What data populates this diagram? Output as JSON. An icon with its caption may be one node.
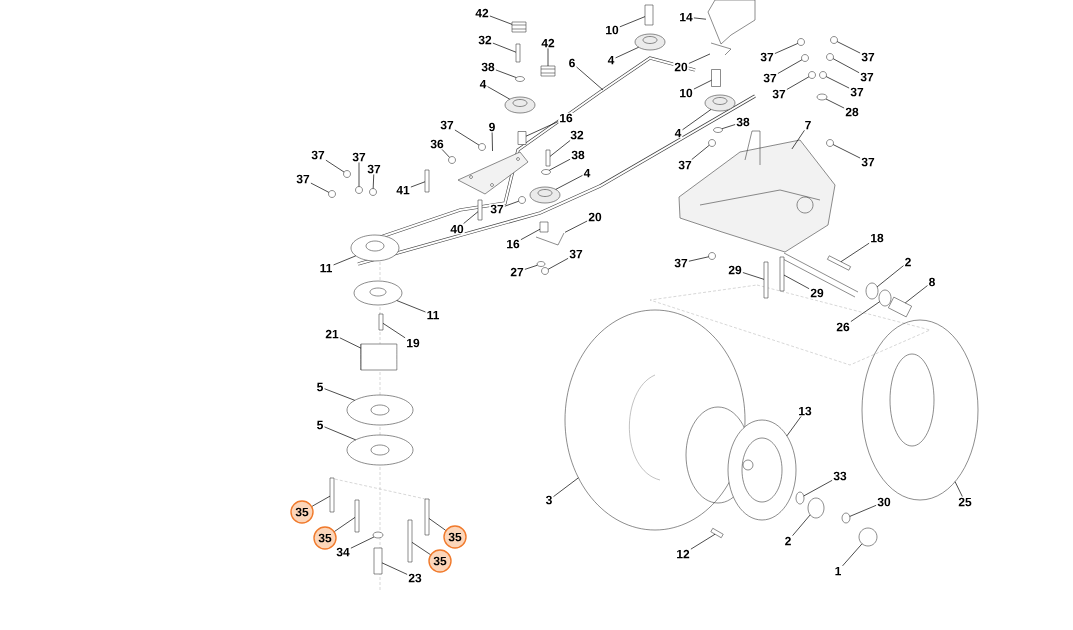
{
  "diagram": {
    "nodes": [
      {
        "text": [
          "42"
        ]
      },
      {
        "text": [
          "32"
        ]
      },
      {
        "text": [
          "42"
        ]
      },
      {
        "text": [
          "38"
        ]
      },
      {
        "text": [
          "4"
        ]
      },
      {
        "text": [
          "6"
        ]
      },
      {
        "text": [
          "10"
        ]
      },
      {
        "text": [
          "4"
        ]
      },
      {
        "text": [
          "37"
        ]
      },
      {
        "text": [
          "9"
        ]
      },
      {
        "text": [
          "36"
        ]
      },
      {
        "text": [
          "16"
        ]
      },
      {
        "text": [
          "32"
        ]
      },
      {
        "text": [
          "38"
        ]
      },
      {
        "text": [
          "4"
        ]
      },
      {
        "text": [
          "37"
        ]
      },
      {
        "text": [
          "37"
        ]
      },
      {
        "text": [
          "37"
        ]
      },
      {
        "text": [
          "37"
        ]
      },
      {
        "text": [
          "41"
        ]
      },
      {
        "text": [
          "37"
        ]
      },
      {
        "text": [
          "40"
        ]
      },
      {
        "text": [
          "11"
        ]
      },
      {
        "text": [
          "16"
        ]
      },
      {
        "text": [
          "20"
        ]
      },
      {
        "text": [
          "27"
        ]
      },
      {
        "text": [
          "37"
        ]
      },
      {
        "text": [
          "11"
        ]
      },
      {
        "text": [
          "14"
        ]
      },
      {
        "text": [
          "20"
        ]
      },
      {
        "text": [
          "10"
        ]
      },
      {
        "text": [
          "4"
        ]
      },
      {
        "text": [
          "38"
        ]
      },
      {
        "text": [
          "37"
        ]
      },
      {
        "text": [
          "37"
        ]
      },
      {
        "text": [
          "37"
        ]
      },
      {
        "text": [
          "37"
        ]
      },
      {
        "text": [
          "37"
        ]
      },
      {
        "text": [
          "37"
        ]
      },
      {
        "text": [
          "37"
        ]
      },
      {
        "text": [
          "28"
        ]
      },
      {
        "text": [
          "7"
        ]
      },
      {
        "text": [
          "37"
        ]
      },
      {
        "text": [
          "37"
        ]
      },
      {
        "text": [
          "29"
        ]
      },
      {
        "text": [
          "29"
        ]
      },
      {
        "text": [
          "18"
        ]
      },
      {
        "text": [
          "2"
        ]
      },
      {
        "text": [
          "8"
        ]
      },
      {
        "text": [
          "26"
        ]
      },
      {
        "text": [
          "21"
        ]
      },
      {
        "text": [
          "19"
        ]
      },
      {
        "text": [
          "5"
        ]
      },
      {
        "text": [
          "5"
        ]
      },
      {
        "text": [
          "35"
        ]
      },
      {
        "text": [
          "35"
        ]
      },
      {
        "text": [
          "35"
        ]
      },
      {
        "text": [
          "35"
        ]
      },
      {
        "text": [
          "34"
        ]
      },
      {
        "text": [
          "23"
        ]
      },
      {
        "text": [
          "13"
        ]
      },
      {
        "text": [
          "3"
        ]
      },
      {
        "text": [
          "33"
        ]
      },
      {
        "text": [
          "30"
        ]
      },
      {
        "text": [
          "2"
        ]
      },
      {
        "text": [
          "12"
        ]
      },
      {
        "text": [
          "1"
        ]
      },
      {
        "text": [
          "25"
        ]
      },
      {
        "text": [],
        "shape": "box"
      },
      {
        "text": [],
        "shape": "bar"
      },
      {
        "text": [],
        "shape": "box"
      },
      {
        "text": [],
        "shape": "circle"
      },
      {
        "text": [],
        "shape": "circle"
      },
      {
        "text": [],
        "shape": "box"
      },
      {
        "text": [],
        "shape": "circle"
      },
      {
        "text": [],
        "shape": "circle"
      },
      {
        "text": [],
        "shape": "picture"
      },
      {
        "text": [],
        "shape": "circle"
      },
      {
        "text": [],
        "shape": "box"
      },
      {
        "text": [],
        "shape": "bar"
      },
      {
        "text": [],
        "shape": "circle"
      },
      {
        "text": [],
        "shape": "circle"
      },
      {
        "text": [],
        "shape": "circle"
      },
      {
        "text": [],
        "shape": "circle"
      },
      {
        "text": [],
        "shape": "circle"
      },
      {
        "text": [],
        "shape": "circle"
      },
      {
        "text": [],
        "shape": "bar"
      },
      {
        "text": [],
        "shape": "circle"
      },
      {
        "text": [],
        "shape": "bar"
      },
      {
        "text": [],
        "shape": "circle"
      },
      {
        "text": [],
        "shape": "box"
      },
      {
        "text": [],
        "shape": "picture"
      },
      {
        "text": [],
        "shape": "circle"
      },
      {
        "text": [],
        "shape": "circle"
      },
      {
        "text": [],
        "shape": "circle"
      },
      {
        "text": [],
        "shape": "picture"
      },
      {
        "text": [],
        "shape": "picture"
      },
      {
        "text": [],
        "shape": "box"
      },
      {
        "text": [],
        "shape": "circle"
      },
      {
        "text": [],
        "shape": "circle"
      },
      {
        "text": [],
        "shape": "circle"
      },
      {
        "text": [],
        "shape": "circle"
      },
      {
        "text": [],
        "shape": "circle"
      },
      {
        "text": [],
        "shape": "circle"
      },
      {
        "text": [],
        "shape": "circle"
      },
      {
        "text": [],
        "shape": "circle"
      },
      {
        "text": [],
        "shape": "circle"
      },
      {
        "text": [],
        "shape": "circle"
      },
      {
        "text": [],
        "shape": "picture"
      },
      {
        "text": [],
        "shape": "circle"
      },
      {
        "text": [],
        "shape": "circle"
      },
      {
        "text": [],
        "shape": "bar"
      },
      {
        "text": [],
        "shape": "bar"
      },
      {
        "text": [],
        "shape": "bar"
      },
      {
        "text": [],
        "shape": "circle"
      },
      {
        "text": [],
        "shape": "box"
      },
      {
        "text": [],
        "shape": "circle"
      },
      {
        "text": [],
        "shape": "cylinder"
      },
      {
        "text": [],
        "shape": "bar"
      },
      {
        "text": [],
        "shape": "circle"
      },
      {
        "text": [],
        "shape": "circle"
      },
      {
        "text": [],
        "shape": "bar"
      },
      {
        "text": [],
        "shape": "bar"
      },
      {
        "text": [],
        "shape": "bar"
      },
      {
        "text": [],
        "shape": "bar"
      },
      {
        "text": [],
        "shape": "circle"
      },
      {
        "text": [],
        "shape": "box"
      },
      {
        "text": [],
        "shape": "circle"
      },
      {
        "text": [],
        "shape": "circle"
      },
      {
        "text": [],
        "shape": "circle"
      },
      {
        "text": [],
        "shape": "circle"
      },
      {
        "text": [],
        "shape": "circle"
      },
      {
        "text": [],
        "shape": "bar"
      },
      {
        "text": [],
        "shape": "circle"
      },
      {
        "text": [],
        "shape": "circle"
      }
    ],
    "edges": [
      {
        "from": 0,
        "to": 68,
        "arrow": "none"
      },
      {
        "from": 1,
        "to": 69,
        "arrow": "none"
      },
      {
        "from": 2,
        "to": 70,
        "arrow": "none"
      },
      {
        "from": 3,
        "to": 71,
        "arrow": "none"
      },
      {
        "from": 4,
        "to": 72,
        "arrow": "none"
      },
      {
        "from": 5,
        "to": null,
        "arrow": "none"
      },
      {
        "from": 6,
        "to": 73,
        "arrow": "none"
      },
      {
        "from": 7,
        "to": 74,
        "arrow": "none"
      },
      {
        "from": 8,
        "to": 75,
        "arrow": "none"
      },
      {
        "from": 9,
        "to": 76,
        "arrow": "none"
      },
      {
        "from": 10,
        "to": 77,
        "arrow": "none"
      },
      {
        "from": 11,
        "to": 78,
        "arrow": "none"
      },
      {
        "from": 12,
        "to": 79,
        "arrow": "none"
      },
      {
        "from": 13,
        "to": 80,
        "arrow": "none"
      },
      {
        "from": 14,
        "to": 81,
        "arrow": "none"
      },
      {
        "from": 15,
        "to": 82,
        "arrow": "none"
      },
      {
        "from": 16,
        "to": 83,
        "arrow": "none"
      },
      {
        "from": 17,
        "to": 84,
        "arrow": "none"
      },
      {
        "from": 18,
        "to": 85,
        "arrow": "none"
      },
      {
        "from": 19,
        "to": 86,
        "arrow": "none"
      },
      {
        "from": 20,
        "to": 87,
        "arrow": "none"
      },
      {
        "from": 21,
        "to": 88,
        "arrow": "none"
      },
      {
        "from": 22,
        "to": 89,
        "arrow": "none"
      },
      {
        "from": 23,
        "to": 90,
        "arrow": "none"
      },
      {
        "from": 24,
        "to": 91,
        "arrow": "none"
      },
      {
        "from": 25,
        "to": 92,
        "arrow": "none"
      },
      {
        "from": 26,
        "to": 93,
        "arrow": "none"
      },
      {
        "from": 27,
        "to": 94,
        "arrow": "none"
      },
      {
        "from": 28,
        "to": 95,
        "arrow": "none"
      },
      {
        "from": 29,
        "to": 96,
        "arrow": "none"
      },
      {
        "from": 30,
        "to": 97,
        "arrow": "none"
      },
      {
        "from": 31,
        "to": 98,
        "arrow": "none"
      },
      {
        "from": 32,
        "to": 99,
        "arrow": "none"
      },
      {
        "from": 33,
        "to": 100,
        "arrow": "none"
      },
      {
        "from": 34,
        "to": 101,
        "arrow": "none"
      },
      {
        "from": 35,
        "to": 102,
        "arrow": "none"
      },
      {
        "from": 36,
        "to": 103,
        "arrow": "none"
      },
      {
        "from": 37,
        "to": 104,
        "arrow": "none"
      },
      {
        "from": 38,
        "to": 105,
        "arrow": "none"
      },
      {
        "from": 39,
        "to": 106,
        "arrow": "none"
      },
      {
        "from": 40,
        "to": 107,
        "arrow": "none"
      },
      {
        "from": 41,
        "to": 108,
        "arrow": "none"
      },
      {
        "from": 42,
        "to": 109,
        "arrow": "none"
      },
      {
        "from": 43,
        "to": 110,
        "arrow": "none"
      },
      {
        "from": 44,
        "to": 111,
        "arrow": "none"
      },
      {
        "from": 45,
        "to": 112,
        "arrow": "none"
      },
      {
        "from": 46,
        "to": 113,
        "arrow": "none"
      },
      {
        "from": 47,
        "to": 114,
        "arrow": "none"
      },
      {
        "from": 48,
        "to": 115,
        "arrow": "none"
      },
      {
        "from": 49,
        "to": 116,
        "arrow": "none"
      },
      {
        "from": 50,
        "to": 117,
        "arrow": "none"
      },
      {
        "from": 51,
        "to": 118,
        "arrow": "none"
      },
      {
        "from": 52,
        "to": 119,
        "arrow": "none"
      },
      {
        "from": 53,
        "to": 120,
        "arrow": "none"
      },
      {
        "from": 54,
        "to": 121,
        "arrow": "none"
      },
      {
        "from": 55,
        "to": 122,
        "arrow": "none"
      },
      {
        "from": 56,
        "to": 123,
        "arrow": "none"
      },
      {
        "from": 57,
        "to": 124,
        "arrow": "none"
      },
      {
        "from": 58,
        "to": 125,
        "arrow": "none"
      },
      {
        "from": 59,
        "to": 126,
        "arrow": "none"
      },
      {
        "from": 60,
        "to": 127,
        "arrow": "none"
      },
      {
        "from": 61,
        "to": 128,
        "arrow": "none"
      },
      {
        "from": 62,
        "to": 129,
        "arrow": "none"
      },
      {
        "from": 63,
        "to": 130,
        "arrow": "none"
      },
      {
        "from": 64,
        "to": 131,
        "arrow": "none"
      },
      {
        "from": 65,
        "to": 132,
        "arrow": "none"
      },
      {
        "from": 66,
        "to": 133,
        "arrow": "none"
      },
      {
        "from": 67,
        "to": 134,
        "arrow": "none"
      }
    ]
  }
}
